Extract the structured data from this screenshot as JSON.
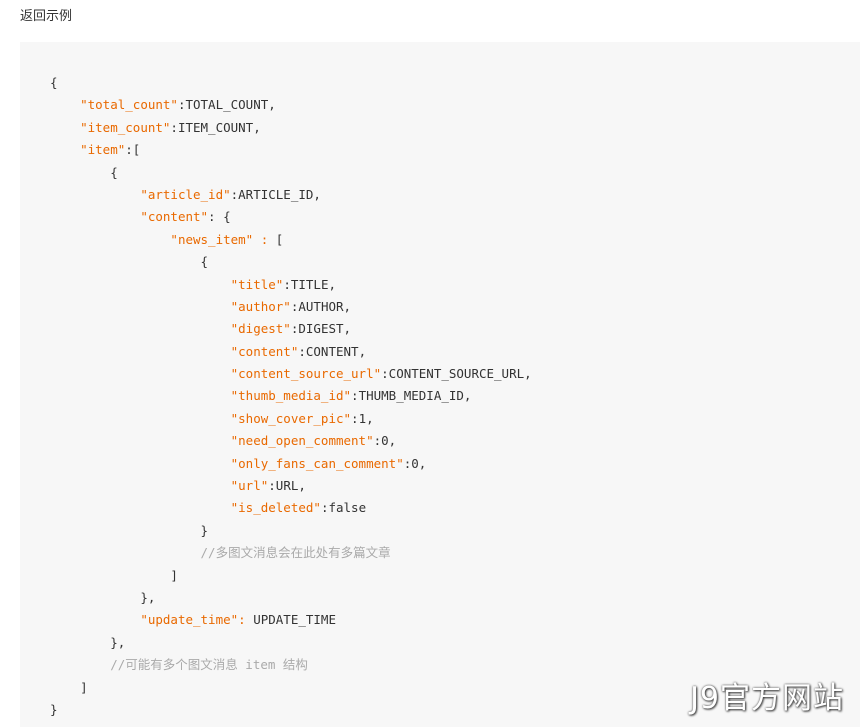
{
  "heading": "返回示例",
  "watermark": "J9官方网站",
  "code": [
    {
      "indent": 0,
      "parts": [
        {
          "t": "p",
          "s": "{"
        }
      ]
    },
    {
      "indent": 1,
      "parts": [
        {
          "t": "k",
          "s": "\"total_count\""
        },
        {
          "t": "p",
          "s": ":TOTAL_COUNT,"
        }
      ]
    },
    {
      "indent": 1,
      "parts": [
        {
          "t": "k",
          "s": "\"item_count\""
        },
        {
          "t": "p",
          "s": ":ITEM_COUNT,"
        }
      ]
    },
    {
      "indent": 1,
      "parts": [
        {
          "t": "k",
          "s": "\"item\""
        },
        {
          "t": "p",
          "s": ":["
        }
      ]
    },
    {
      "indent": 2,
      "parts": [
        {
          "t": "p",
          "s": "{"
        }
      ]
    },
    {
      "indent": 3,
      "parts": [
        {
          "t": "k",
          "s": "\"article_id\""
        },
        {
          "t": "p",
          "s": ":ARTICLE_ID,"
        }
      ]
    },
    {
      "indent": 3,
      "parts": [
        {
          "t": "k",
          "s": "\"content\""
        },
        {
          "t": "p",
          "s": ": {"
        }
      ]
    },
    {
      "indent": 4,
      "parts": [
        {
          "t": "k",
          "s": "\"news_item\" : "
        },
        {
          "t": "p",
          "s": "["
        }
      ]
    },
    {
      "indent": 5,
      "parts": [
        {
          "t": "p",
          "s": "{"
        }
      ]
    },
    {
      "indent": 6,
      "parts": [
        {
          "t": "k",
          "s": "\"title\""
        },
        {
          "t": "p",
          "s": ":TITLE,"
        }
      ]
    },
    {
      "indent": 6,
      "parts": [
        {
          "t": "k",
          "s": "\"author\""
        },
        {
          "t": "p",
          "s": ":AUTHOR,"
        }
      ]
    },
    {
      "indent": 6,
      "parts": [
        {
          "t": "k",
          "s": "\"digest\""
        },
        {
          "t": "p",
          "s": ":DIGEST,"
        }
      ]
    },
    {
      "indent": 6,
      "parts": [
        {
          "t": "k",
          "s": "\"content\""
        },
        {
          "t": "p",
          "s": ":CONTENT,"
        }
      ]
    },
    {
      "indent": 6,
      "parts": [
        {
          "t": "k",
          "s": "\"content_source_url\""
        },
        {
          "t": "p",
          "s": ":CONTENT_SOURCE_URL,"
        }
      ]
    },
    {
      "indent": 6,
      "parts": [
        {
          "t": "k",
          "s": "\"thumb_media_id\""
        },
        {
          "t": "p",
          "s": ":THUMB_MEDIA_ID,"
        }
      ]
    },
    {
      "indent": 6,
      "parts": [
        {
          "t": "k",
          "s": "\"show_cover_pic\""
        },
        {
          "t": "p",
          "s": ":1,"
        }
      ]
    },
    {
      "indent": 6,
      "parts": [
        {
          "t": "k",
          "s": "\"need_open_comment\""
        },
        {
          "t": "p",
          "s": ":0,"
        }
      ]
    },
    {
      "indent": 6,
      "parts": [
        {
          "t": "k",
          "s": "\"only_fans_can_comment\""
        },
        {
          "t": "p",
          "s": ":0,"
        }
      ]
    },
    {
      "indent": 6,
      "parts": [
        {
          "t": "k",
          "s": "\"url\""
        },
        {
          "t": "p",
          "s": ":URL,"
        }
      ]
    },
    {
      "indent": 6,
      "parts": [
        {
          "t": "k",
          "s": "\"is_deleted\""
        },
        {
          "t": "p",
          "s": ":false"
        }
      ]
    },
    {
      "indent": 5,
      "parts": [
        {
          "t": "p",
          "s": "}"
        }
      ]
    },
    {
      "indent": 5,
      "parts": [
        {
          "t": "c",
          "s": "//多图文消息会在此处有多篇文章"
        }
      ]
    },
    {
      "indent": 4,
      "parts": [
        {
          "t": "p",
          "s": "]"
        }
      ]
    },
    {
      "indent": 3,
      "parts": [
        {
          "t": "p",
          "s": "},"
        }
      ]
    },
    {
      "indent": 3,
      "parts": [
        {
          "t": "k",
          "s": "\"update_time\": "
        },
        {
          "t": "p",
          "s": "UPDATE_TIME"
        }
      ]
    },
    {
      "indent": 2,
      "parts": [
        {
          "t": "p",
          "s": "},"
        }
      ]
    },
    {
      "indent": 2,
      "parts": [
        {
          "t": "c",
          "s": "//可能有多个图文消息 item 结构"
        }
      ]
    },
    {
      "indent": 1,
      "parts": [
        {
          "t": "p",
          "s": "]"
        }
      ]
    },
    {
      "indent": 0,
      "parts": [
        {
          "t": "p",
          "s": "}"
        }
      ]
    }
  ]
}
